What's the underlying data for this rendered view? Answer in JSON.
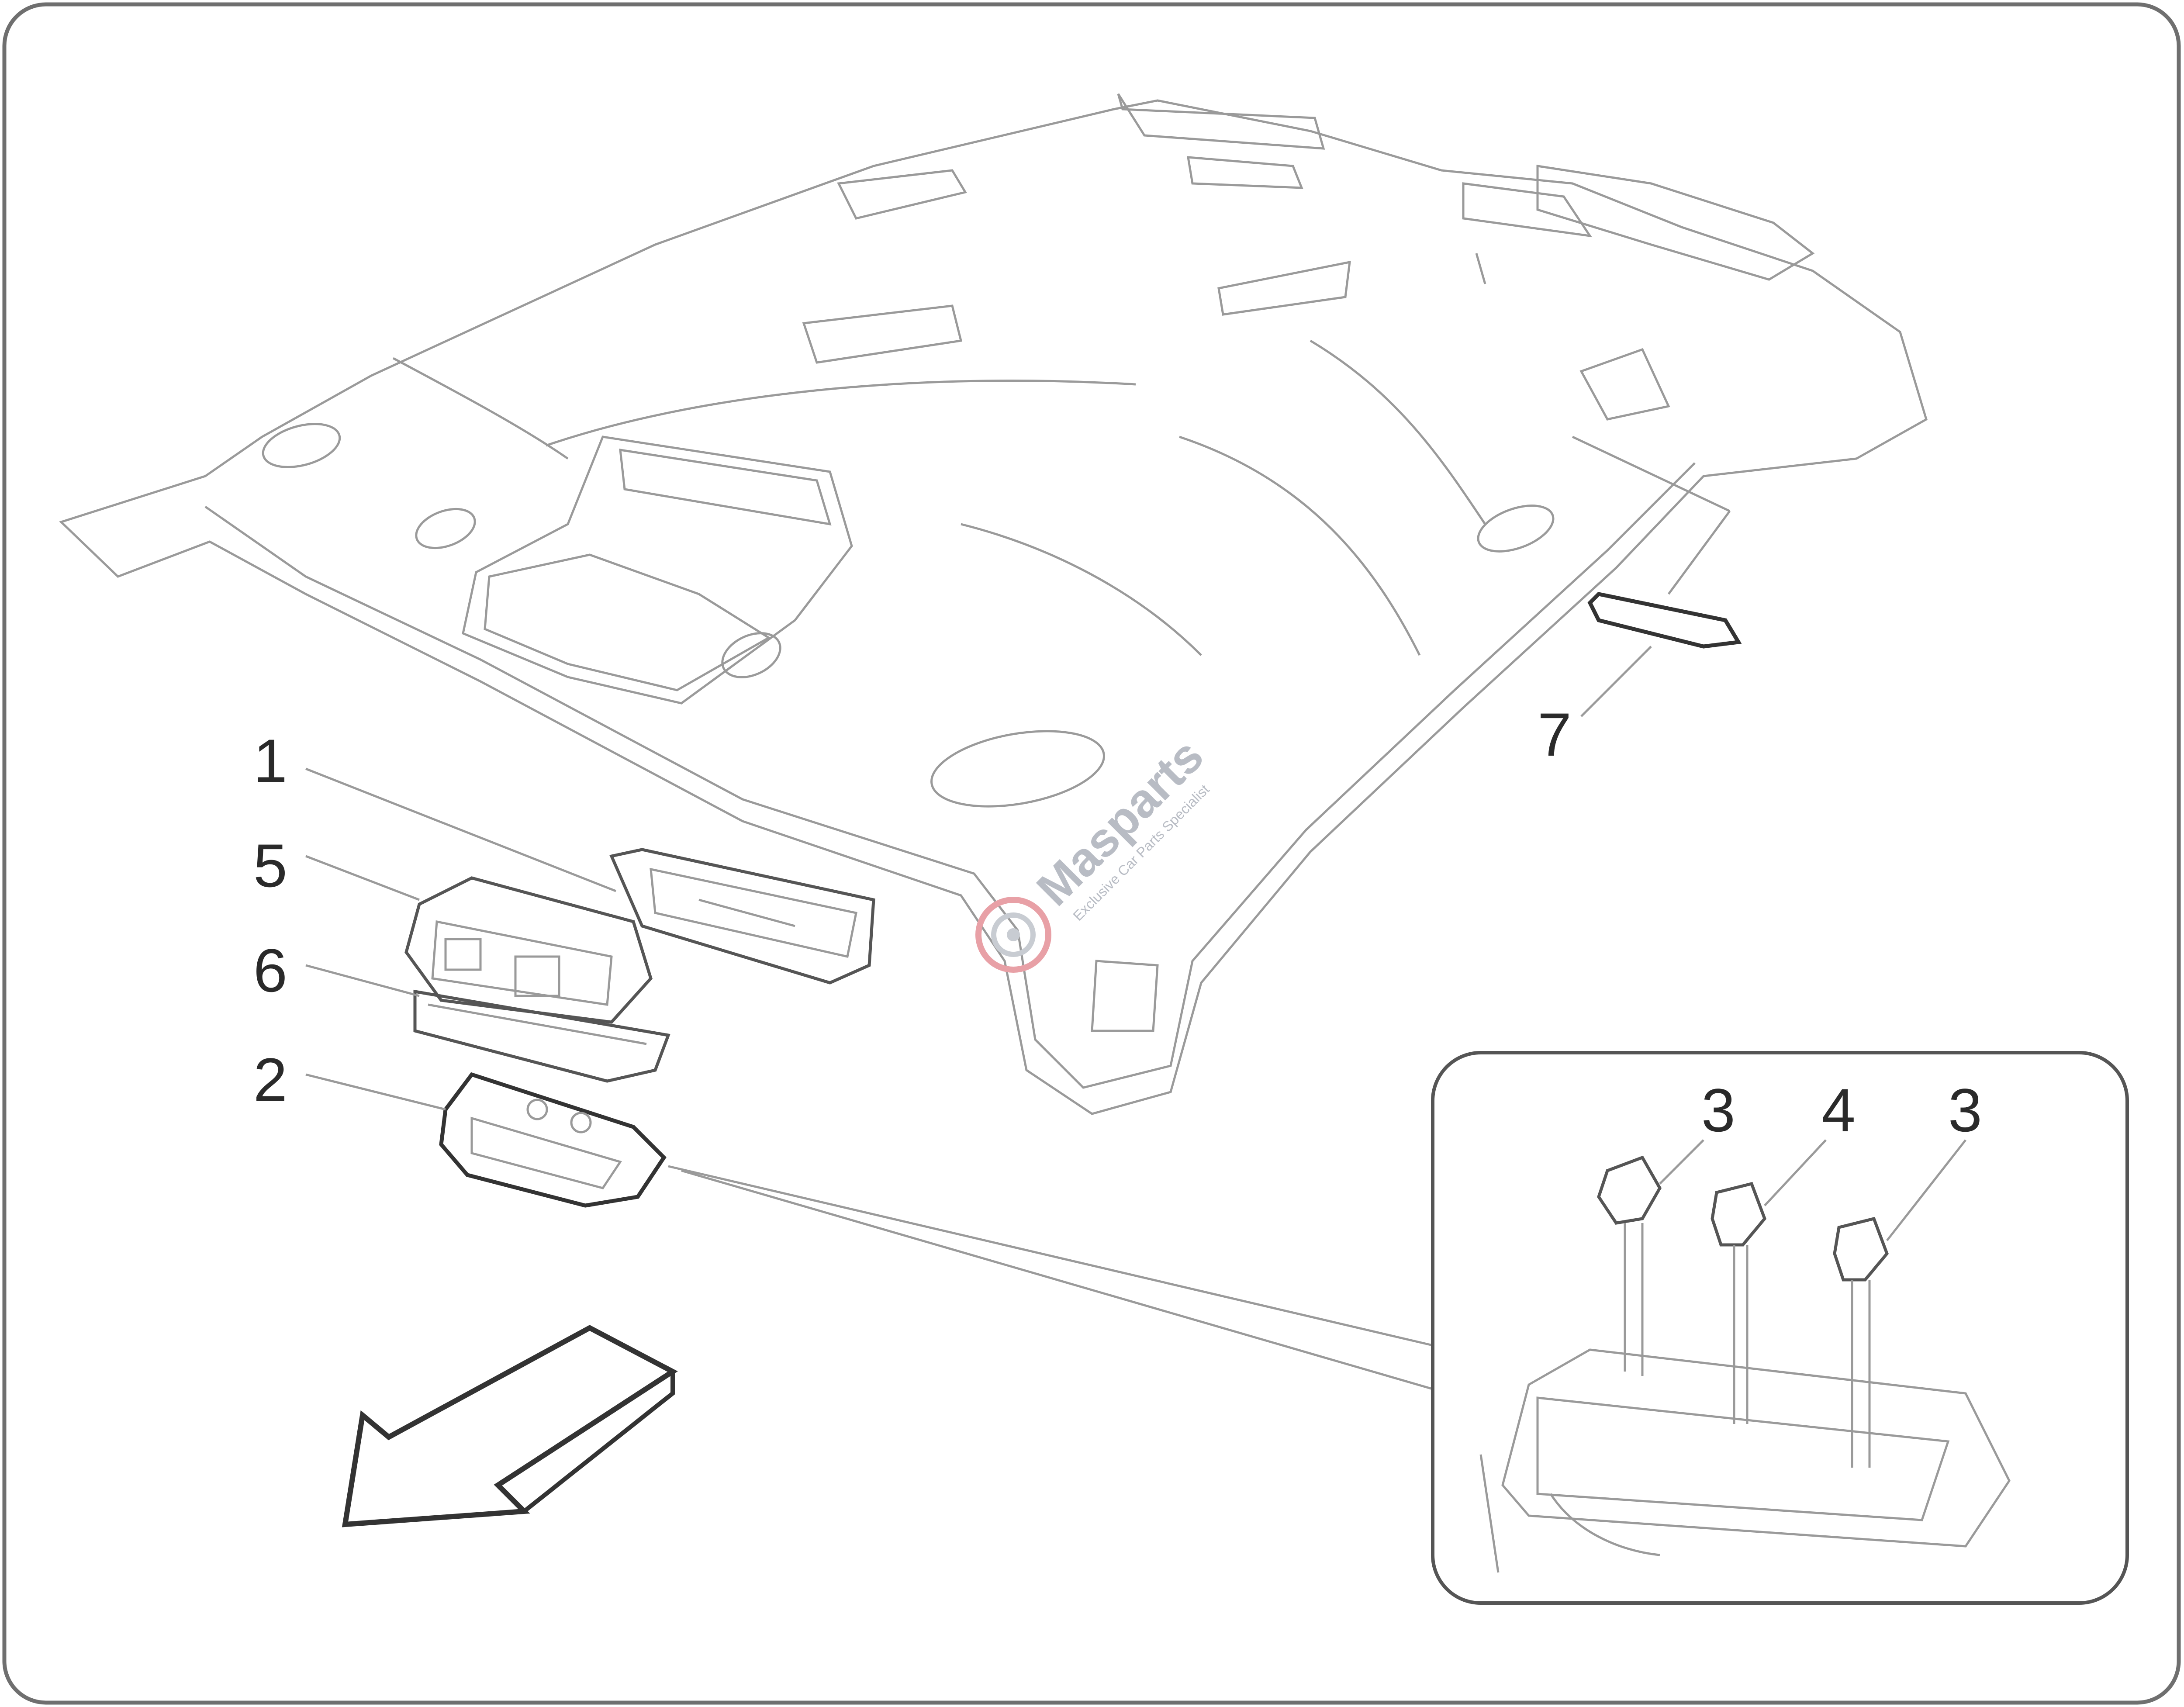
{
  "callouts": {
    "c1": "1",
    "c2": "2",
    "c3a": "3",
    "c4": "4",
    "c3b": "3",
    "c5": "5",
    "c6": "6",
    "c7": "7"
  },
  "watermark": {
    "brand": "Masparts",
    "tagline": "Exclusive Car Parts Specialist"
  },
  "colors": {
    "frame": "#6f6f6f",
    "line": "#9a9a9a",
    "label": "#2a2a2a",
    "watermark_logo": "#e8a0a6"
  },
  "icons": {
    "direction": "front-direction-arrow",
    "logo": "masparts-logo"
  }
}
